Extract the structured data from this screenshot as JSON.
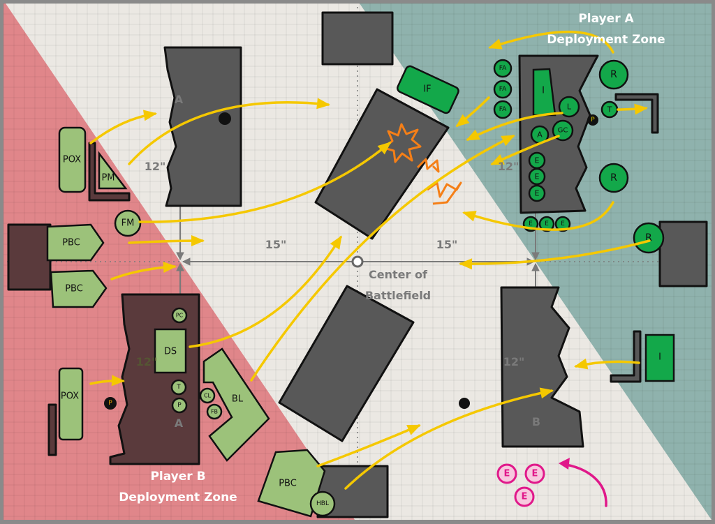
{
  "zones": {
    "player_a": {
      "line1": "Player A",
      "line2": "Deployment Zone",
      "color": "#8fb2ad"
    },
    "player_b": {
      "line1": "Player B",
      "line2": "Deployment Zone",
      "color": "#e0868a"
    }
  },
  "measurements": {
    "left_distance": "15\"",
    "right_distance": "15\"",
    "top_left_distance": "12\"",
    "bottom_left_distance": "12\"",
    "top_right_distance": "12\"",
    "bottom_right_distance": "12\"",
    "center_line1": "Center of",
    "center_line2": "Battlefield",
    "objective_a_top": "A",
    "objective_a_bottom": "A",
    "objective_b": "B"
  },
  "player_a_units": {
    "if": "IF",
    "i_tall": "I",
    "fa1": "FA",
    "fa2": "FA",
    "fa3": "FA",
    "l": "L",
    "gc": "GC",
    "a": "A",
    "e1": "E",
    "e2": "E",
    "e3": "E",
    "e4": "E",
    "e5": "E",
    "e6": "E",
    "r1": "R",
    "r2": "R",
    "r3": "R",
    "t": "T",
    "p": "P",
    "i_right": "I"
  },
  "player_b_units": {
    "pox": "POX",
    "pm": "PM",
    "fm": "FM",
    "pbc1": "PBC",
    "pbc2": "PBC",
    "pc": "PC",
    "ds": "DS",
    "t": "T",
    "p": "P",
    "cl": "CL",
    "fb": "FB",
    "bl": "BL",
    "pox2": "POX",
    "p_marker": "P",
    "pbc3": "PBC",
    "hbl": "HBL"
  },
  "reserve_units": {
    "e1": "E",
    "e2": "E",
    "e3": "E",
    "color": "#e0188a"
  },
  "colors": {
    "arrow": "#f5c800",
    "explosion": "#f57f17",
    "player_a_unit": "#13a84a",
    "player_b_unit": "#9cc27a"
  }
}
